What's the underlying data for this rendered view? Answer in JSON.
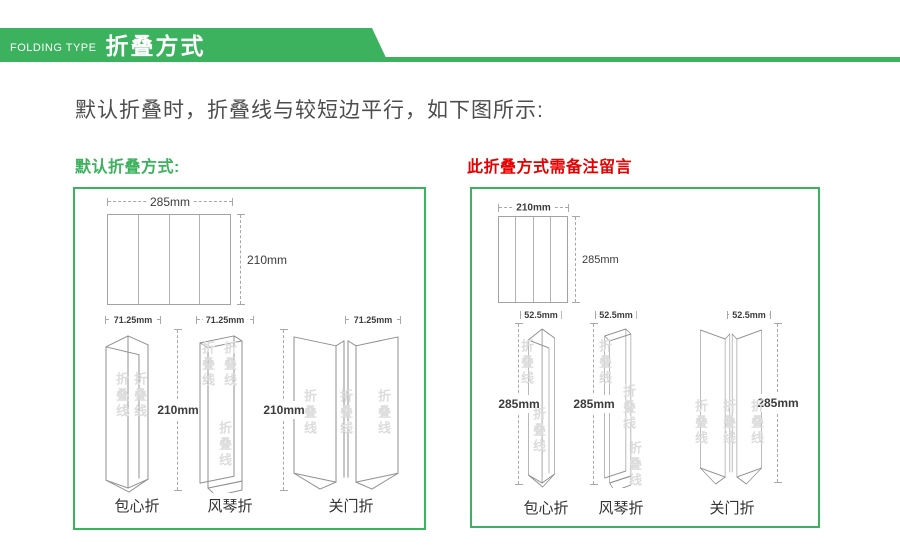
{
  "header": {
    "eyebrow": "FOLDING TYPE",
    "title": "折叠方式"
  },
  "intro": "默认折叠时，折叠线与较短边平行，如下图所示:",
  "watermark": "折叠线",
  "colors": {
    "accent_green": "#3CB15E",
    "accent_red": "#E60000"
  },
  "left_panel": {
    "heading": "默认折叠方式:",
    "sheet": {
      "width": "285mm",
      "height": "210mm"
    },
    "fold_width": "71.25mm",
    "fold_height": "210mm",
    "folds": [
      {
        "name": "包心折"
      },
      {
        "name": "风琴折"
      },
      {
        "name": "关门折"
      }
    ]
  },
  "right_panel": {
    "heading": "此折叠方式需备注留言",
    "sheet": {
      "width": "210mm",
      "height": "285mm"
    },
    "fold_width": "52.5mm",
    "fold_height": "285mm",
    "folds": [
      {
        "name": "包心折"
      },
      {
        "name": "风琴折"
      },
      {
        "name": "关门折"
      }
    ]
  }
}
